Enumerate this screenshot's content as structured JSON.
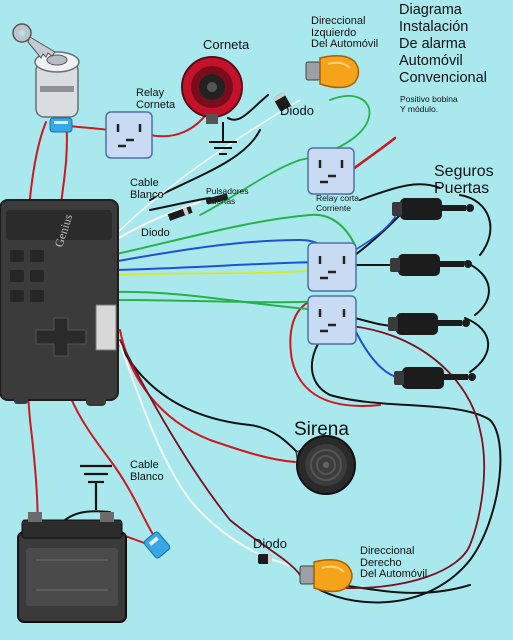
{
  "title": "Diagrama\nInstalación\nDe alarma\nAutomóvil\nConvencional",
  "note": "Positivo bobina\nY módulo.",
  "labels": {
    "corneta": "Corneta",
    "direccional_izq": "Direccional\nIzquierdo\nDel Automóvil",
    "diodo_top": "Diodo",
    "relay_corneta": "Relay\nCorneta",
    "cable_blanco_top": "Cable\nBlanco",
    "pulsadores": "Pulsadores\nPuertas",
    "diodo_mid": "Diodo",
    "relay_corta": "Relay corta\nCorriente",
    "seguros": "Seguros\nPuertas",
    "sirena": "Sirena",
    "cable_blanco_bottom": "Cable\nBlanco",
    "diodo_bottom": "Diodo",
    "direccional_der": "Direccional\nDerecho\nDel Automóvil"
  },
  "module_brand": "Genius",
  "colors": {
    "background": "#a9e9ee",
    "wire_red": "#d0161e",
    "wire_black": "#141414",
    "wire_green": "#28b04a",
    "wire_blue": "#1f50d8",
    "wire_white": "#f4f4f4",
    "wire_yellow": "#d8e820",
    "relay": "#c9dbf3",
    "bulb": "#f5a31a",
    "fuse": "#39a7e6",
    "horn": "#c4122a",
    "module": "#3b3b3b"
  },
  "components": [
    "ignition-switch-icon",
    "horn-icon",
    "bulb-icon",
    "relay-icon",
    "diode-icon",
    "alarm-module-icon",
    "door-lock-actuator-icon",
    "siren-icon",
    "battery-icon",
    "fuse-icon",
    "ground-symbol-icon"
  ]
}
